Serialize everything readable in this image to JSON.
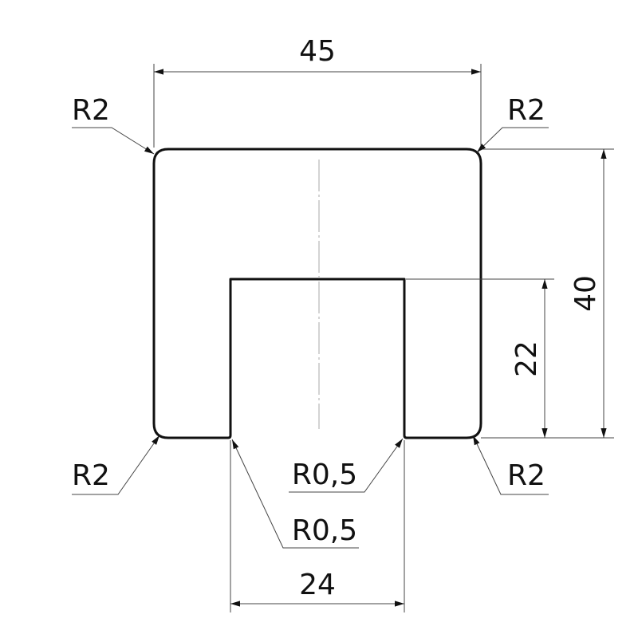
{
  "dimensions": {
    "overall_width": "45",
    "overall_height": "40",
    "slot_depth": "22",
    "slot_width": "24"
  },
  "radii": {
    "top_left": "R2",
    "top_right": "R2",
    "bottom_left": "R2",
    "bottom_right": "R2",
    "slot_right": "R0,5",
    "slot_left": "R0,5"
  },
  "colors": {
    "outline": "#111111",
    "dimension": "#444444",
    "centerline": "#aaaaaa"
  }
}
